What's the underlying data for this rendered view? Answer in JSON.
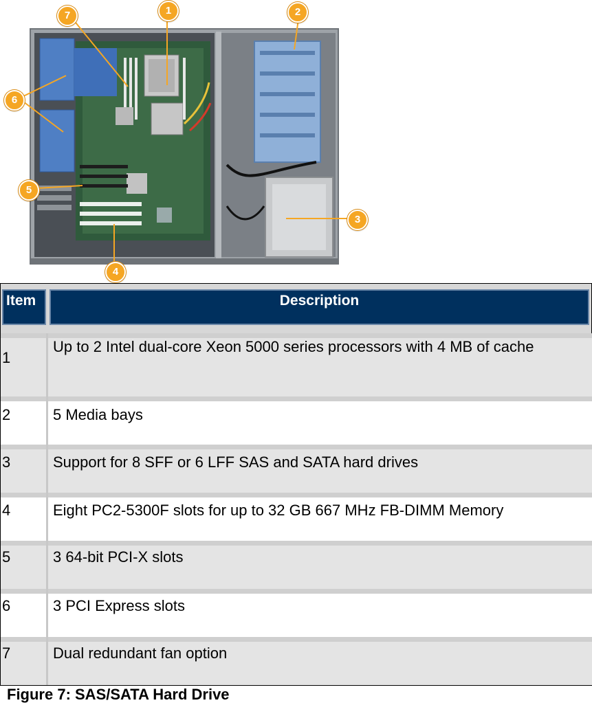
{
  "figure": {
    "callouts": [
      "7",
      "1",
      "2",
      "6",
      "5",
      "3",
      "4"
    ]
  },
  "table": {
    "headers": {
      "item": "Item",
      "description": "Description"
    },
    "rows": [
      {
        "item": "1",
        "description": "Up to 2 Intel dual-core Xeon 5000 series processors with 4 MB of cache"
      },
      {
        "item": "2",
        "description": "5 Media bays"
      },
      {
        "item": "3",
        "description": "Support for 8 SFF or 6 LFF SAS and SATA hard drives"
      },
      {
        "item": "4",
        "description": "Eight PC2-5300F slots for up to 32 GB 667 MHz FB-DIMM Memory"
      },
      {
        "item": "5",
        "description": "3 64-bit PCI-X slots"
      },
      {
        "item": "6",
        "description": "3 PCI Express slots"
      },
      {
        "item": "7",
        "description": "Dual redundant fan option"
      }
    ]
  },
  "caption": "Figure 7: SAS/SATA Hard Drive",
  "colors": {
    "header_bg": "#00305e",
    "callout": "#f5a623",
    "row_shade": "#e4e4e4"
  }
}
